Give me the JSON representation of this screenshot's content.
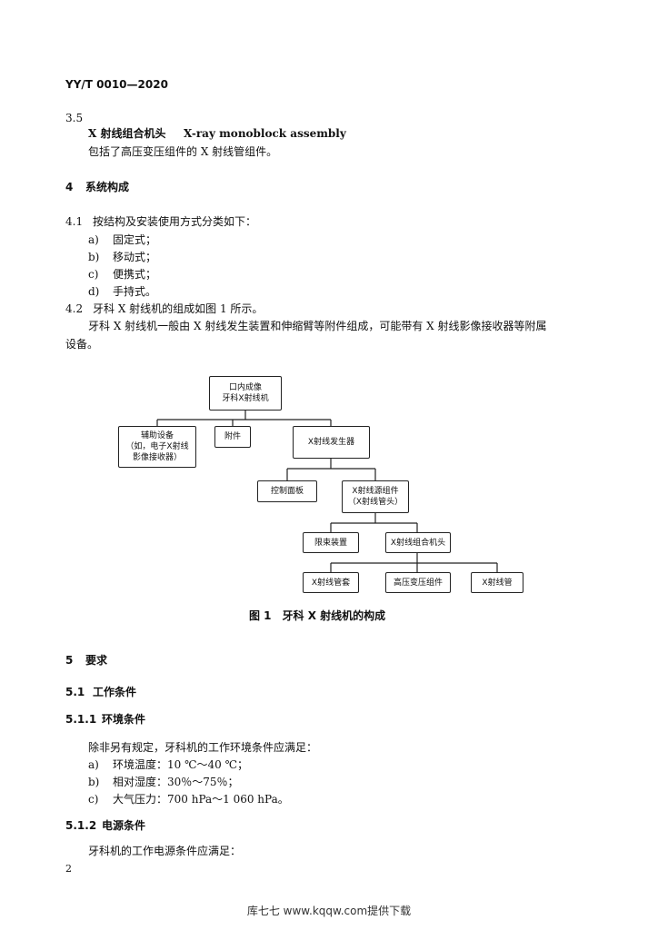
{
  "header": {
    "standard_no": "YY/T 0010—2020"
  },
  "s35": {
    "num": "3.5",
    "term_cn": "X 射线组合机头",
    "term_en": "X-ray monoblock assembly",
    "def": "包括了高压变压组件的 X 射线管组件。"
  },
  "s4": {
    "heading_num": "4",
    "heading": "系统构成",
    "s41_num": "4.1",
    "s41_text": "按结构及安装使用方式分类如下：",
    "items": [
      {
        "mark": "a)",
        "text": "固定式；"
      },
      {
        "mark": "b)",
        "text": "移动式；"
      },
      {
        "mark": "c)",
        "text": "便携式；"
      },
      {
        "mark": "d)",
        "text": "手持式。"
      }
    ],
    "s42_num": "4.2",
    "s42_text": "牙科 X 射线机的组成如图 1 所示。",
    "para_line1": "牙科 X 射线机一般由 X 射线发生装置和伸缩臂等附件组成，可能带有 X 射线影像接收器等附属",
    "para_line2": "设备。"
  },
  "figure": {
    "root": [
      "口内成像",
      "牙科X射线机"
    ],
    "aux": [
      "辅助设备",
      "（如，电子X射线",
      "影像接收器）"
    ],
    "accessory": "附件",
    "generator": "X射线发生器",
    "control_panel": "控制面板",
    "source": [
      "X射线源组件",
      "（X射线管头）"
    ],
    "collimator": "限束装置",
    "monoblock": "X射线组合机头",
    "housing": "X射线管套",
    "hv_assembly": "高压变压组件",
    "tube": "X射线管",
    "caption": "图 1　牙科 X 射线机的构成"
  },
  "s5": {
    "heading_num": "5",
    "heading": "要求",
    "s51_num": "5.1",
    "s51": "工作条件",
    "s511_num": "5.1.1",
    "s511": "环境条件",
    "env_intro": "除非另有规定，牙科机的工作环境条件应满足：",
    "env_items": [
      {
        "mark": "a)",
        "text": "环境温度：10 ℃～40 ℃；"
      },
      {
        "mark": "b)",
        "text": "相对湿度：30％～75％；"
      },
      {
        "mark": "c)",
        "text": "大气压力：700 hPa～1 060 hPa。"
      }
    ],
    "s512_num": "5.1.2",
    "s512": "电源条件",
    "power_intro": "牙科机的工作电源条件应满足："
  },
  "page_number": "2",
  "footer": "库七七 www.kqqw.com提供下载"
}
